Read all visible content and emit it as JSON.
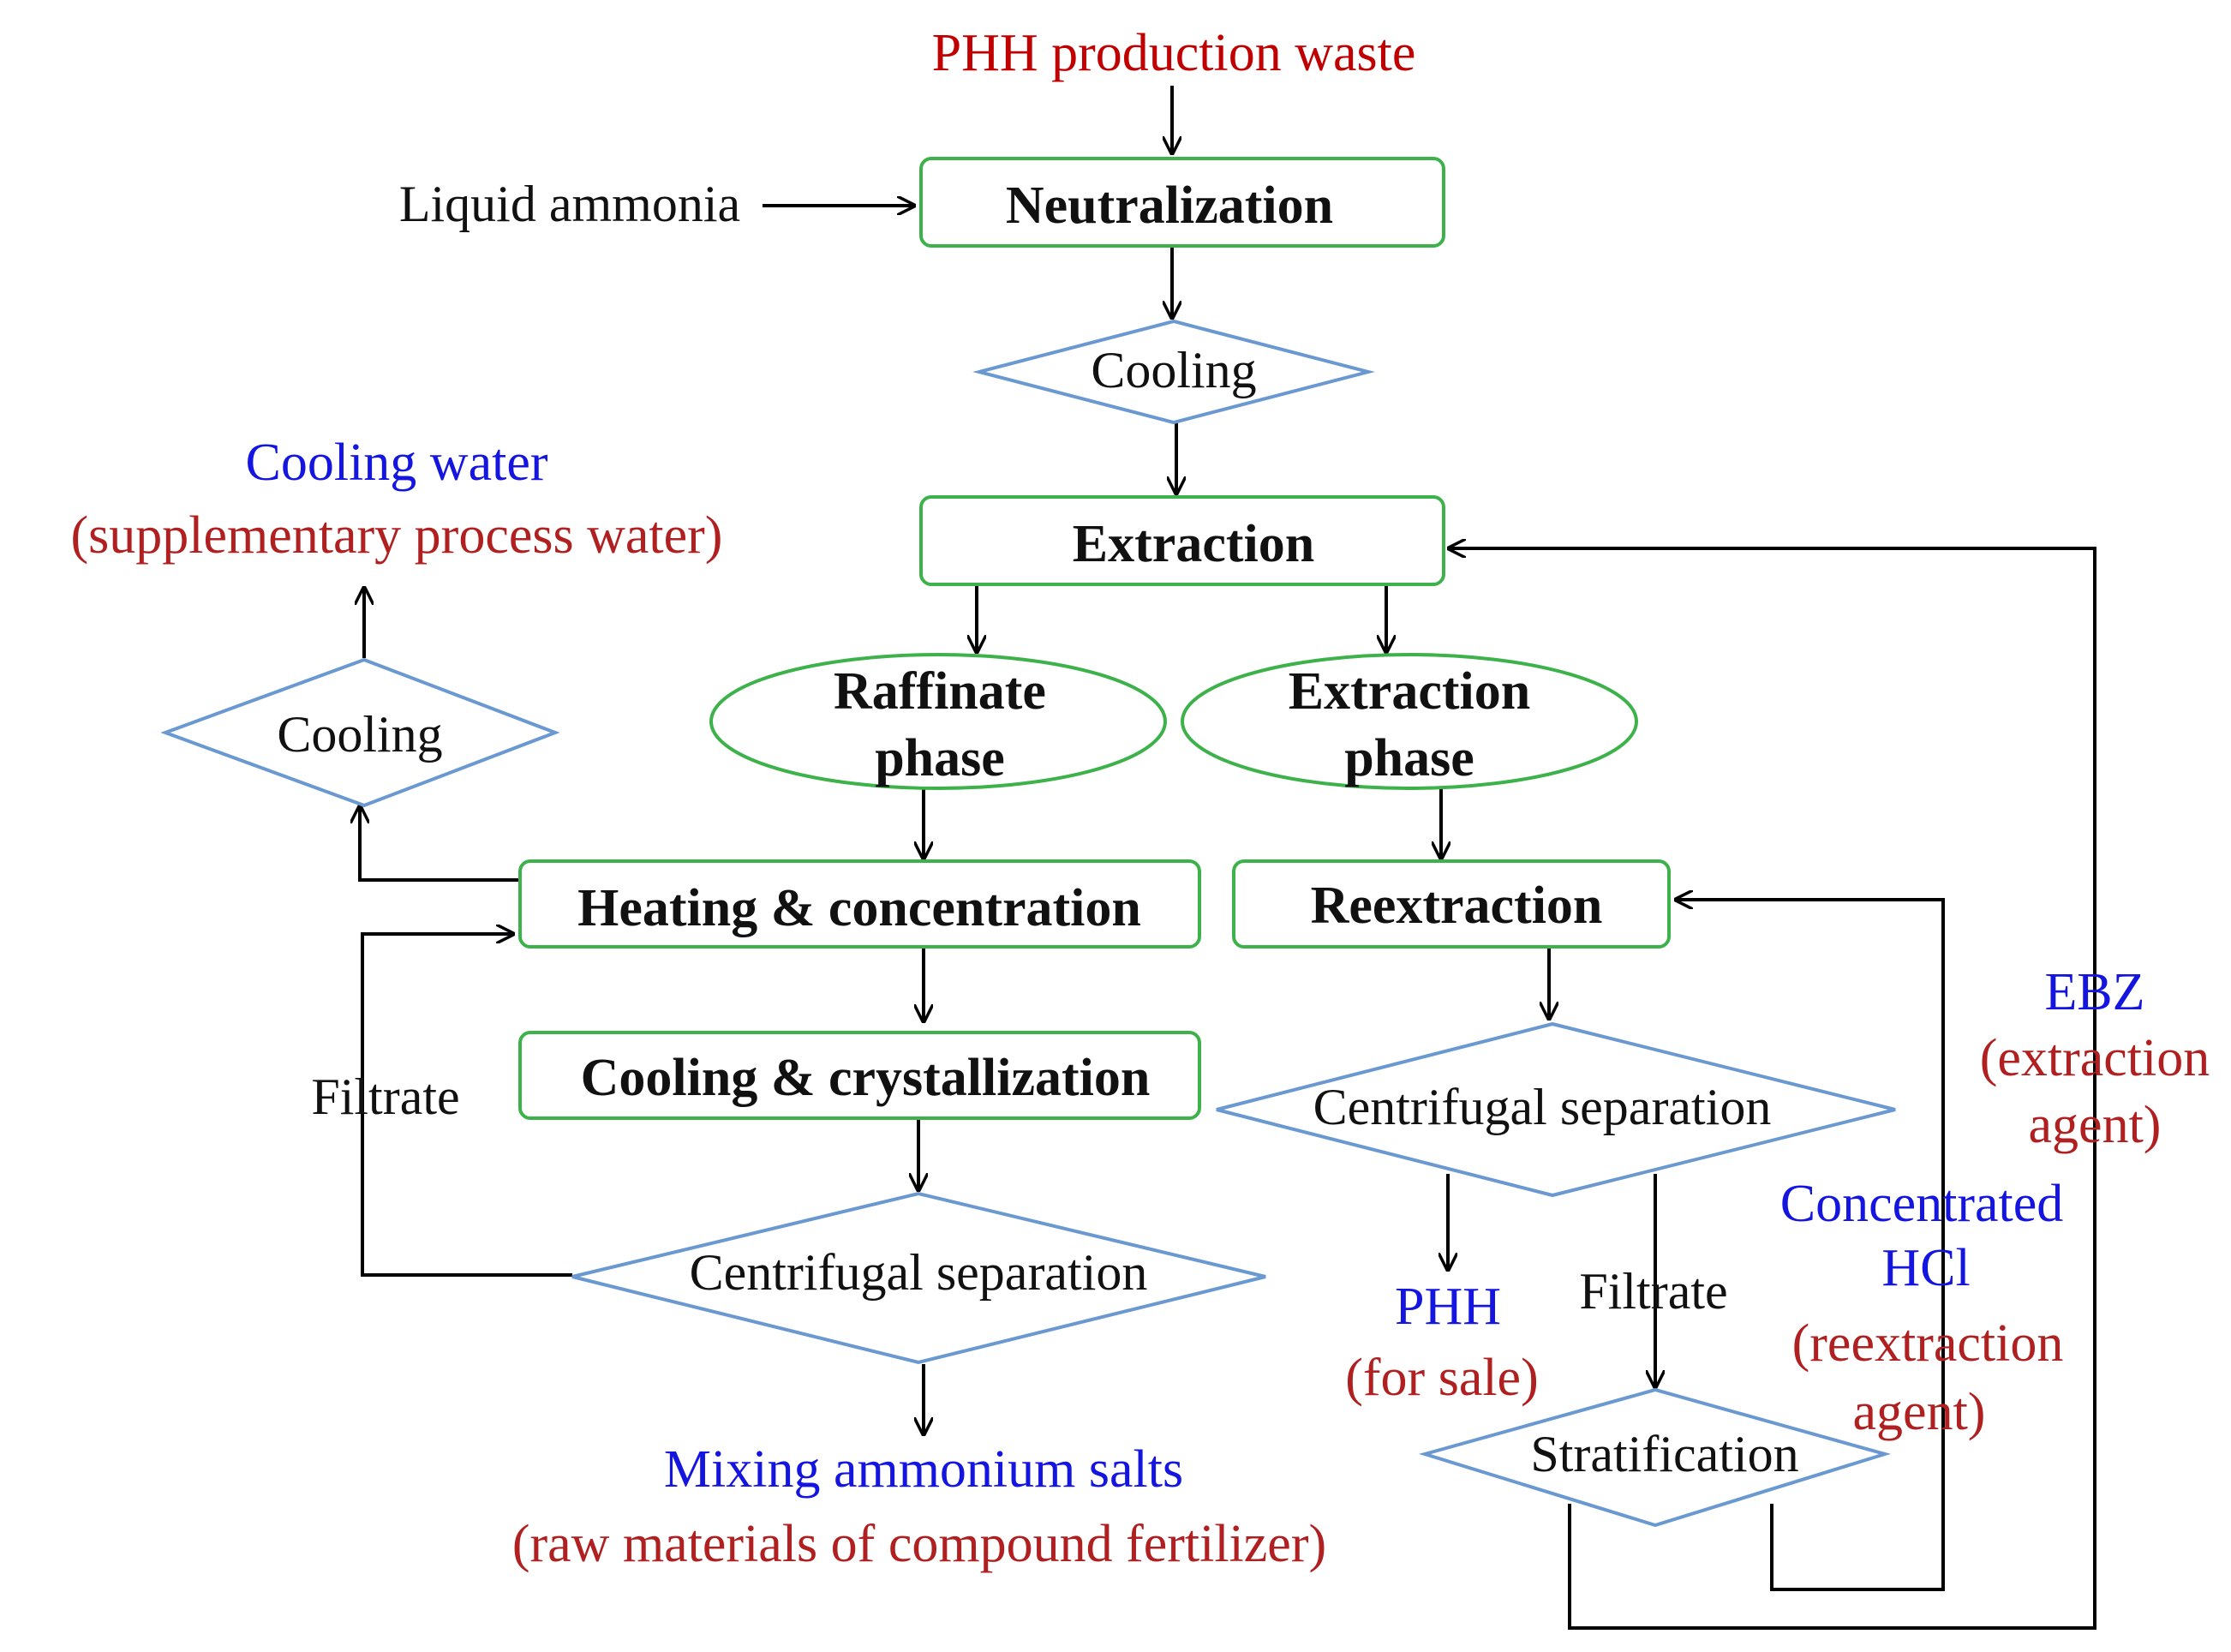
{
  "inputs": {
    "phh_waste": "PHH production waste",
    "liquid_ammonia": "Liquid ammonia"
  },
  "nodes": {
    "neutralization": "Neutralization",
    "cooling_top": "Cooling",
    "extraction": "Extraction",
    "raffinate_line1": "Raffinate",
    "raffinate_line2": "phase",
    "extraction_phase_line1": "Extraction",
    "extraction_phase_line2": "phase",
    "heating_concentration": "Heating & concentration",
    "reextraction": "Reextraction",
    "cooling_left": "Cooling",
    "cooling_crystallization": "Cooling & crystallization",
    "centrifugal_left": "Centrifugal separation",
    "centrifugal_right": "Centrifugal separation",
    "stratification": "Stratification"
  },
  "labels": {
    "filtrate_left": "Filtrate",
    "filtrate_right": "Filtrate"
  },
  "outputs": {
    "cooling_water_title": "Cooling water",
    "cooling_water_note": "(supplementary process water)",
    "ammonium_title": "Mixing ammonium salts",
    "ammonium_note": "(raw materials of compound fertilizer)",
    "phh_title": "PHH",
    "phh_note": "(for sale)",
    "ebz_title": "EBZ",
    "ebz_note_line1": "(extraction",
    "ebz_note_line2": "agent)",
    "hcl_title_line1": "Concentrated",
    "hcl_title_line2": "HCl",
    "hcl_note_line1": "(reextraction",
    "hcl_note_line2": "agent)"
  },
  "colors": {
    "process_box": "#3db14a",
    "decision_diamond": "#6a98d0",
    "product_blue": "#1515e0",
    "note_red": "#c00000",
    "arrow": "#000000"
  }
}
